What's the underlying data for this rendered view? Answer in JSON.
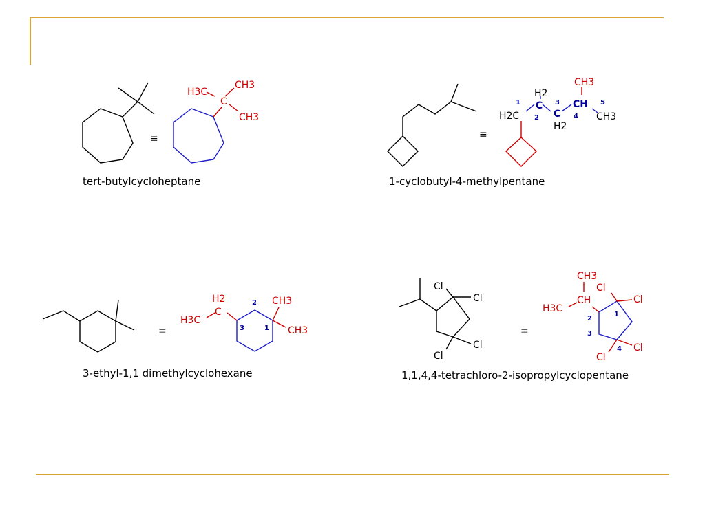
{
  "panels": [
    {
      "name": "tert-butylcycloheptane",
      "caption": "tert-butylcycloheptane",
      "equiv": "≡",
      "labels": {
        "ch3_top": "CH3",
        "h3c_left": "H3C",
        "c_center": "C",
        "ch3_right": "CH3"
      }
    },
    {
      "name": "1-cyclobutyl-4-methylpentane",
      "caption": "1-cyclobutyl-4-methylpentane",
      "equiv": "≡",
      "labels": {
        "h2c": "H2C",
        "c2": "C",
        "h2_top": "H2",
        "c3": "C",
        "h2_bottom": "H2",
        "ch": "CH",
        "ch3_top": "CH3",
        "ch3_end": "CH3"
      },
      "numbers": [
        "1",
        "2",
        "3",
        "4",
        "5"
      ]
    },
    {
      "name": "3-ethyl-1,1 dimethylcyclohexane",
      "caption": "3-ethyl-1,1 dimethylcyclohexane",
      "equiv": "≡",
      "labels": {
        "h2": "H2",
        "h3c": "H3C",
        "ch3_top": "CH3",
        "ch3_bottom": "CH3"
      },
      "numbers": [
        "2",
        "3",
        "1"
      ]
    },
    {
      "name": "1,1,4,4-tetrachloro-2-isopropylcyclopentane",
      "caption": "1,1,4,4-tetrachloro-2-isopropylcyclopentane",
      "equiv": "≡",
      "skeleton_labels": {
        "cl1": "Cl",
        "cl2": "Cl",
        "cl3": "Cl",
        "cl4": "Cl"
      },
      "labels": {
        "ch3": "CH3",
        "h3c": "H3C",
        "ch": "CH",
        "cl1": "Cl",
        "cl2": "Cl",
        "cl3": "Cl",
        "cl4": "Cl"
      },
      "numbers": [
        "1",
        "2",
        "3",
        "4"
      ]
    }
  ],
  "colors": {
    "rule": "#d9a431",
    "substituent": "#cc0000",
    "parent_chain": "#1c1cc8",
    "skeleton": "#000000"
  }
}
